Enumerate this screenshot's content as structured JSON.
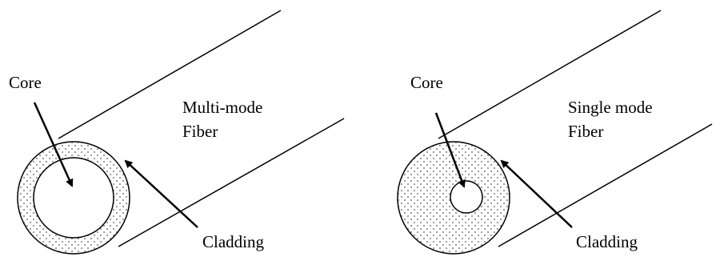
{
  "colors": {
    "stroke": "#000000",
    "background": "#ffffff",
    "dots": "#555555"
  },
  "multi_mode": {
    "core_label": "Core",
    "fiber_label_line1": "Multi-mode",
    "fiber_label_line2": "Fiber",
    "cladding_label": "Cladding"
  },
  "single_mode": {
    "core_label": "Core",
    "fiber_label_line1": "Single mode",
    "fiber_label_line2": "Fiber",
    "cladding_label": "Cladding"
  }
}
